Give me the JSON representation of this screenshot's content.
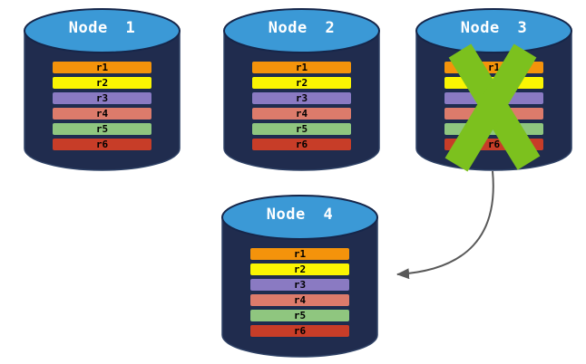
{
  "diagram": {
    "description": "Replicated database nodes; failed node re-replicates to new node",
    "colors": {
      "background": "#FFFFFF",
      "cylinder_body": "#202C4E",
      "cylinder_outline": "#2E4165",
      "cylinder_top": "#3B99D6",
      "node_label_text": "#FFFFFF",
      "replica_label_text": "#000000",
      "cross": "#7CC11E",
      "arrow": "#595959"
    },
    "arrow": {
      "from": "Node 3",
      "to": "Node 4"
    },
    "nodes": [
      {
        "label": "Node 1",
        "status": "active",
        "replicas": [
          {
            "label": "r1",
            "color": "#F4930B"
          },
          {
            "label": "r2",
            "color": "#FAF502"
          },
          {
            "label": "r3",
            "color": "#8A7AC2"
          },
          {
            "label": "r4",
            "color": "#DC7B6B"
          },
          {
            "label": "r5",
            "color": "#8FC67F"
          },
          {
            "label": "r6",
            "color": "#C73D28"
          }
        ]
      },
      {
        "label": "Node 2",
        "status": "active",
        "replicas": [
          {
            "label": "r1",
            "color": "#F4930B"
          },
          {
            "label": "r2",
            "color": "#FAF502"
          },
          {
            "label": "r3",
            "color": "#8A7AC2"
          },
          {
            "label": "r4",
            "color": "#DC7B6B"
          },
          {
            "label": "r5",
            "color": "#8FC67F"
          },
          {
            "label": "r6",
            "color": "#C73D28"
          }
        ]
      },
      {
        "label": "Node 3",
        "status": "failed",
        "replicas": [
          {
            "label": "r1",
            "color": "#F4930B"
          },
          {
            "label": "r2",
            "color": "#FAF502"
          },
          {
            "label": "r3",
            "color": "#8A7AC2"
          },
          {
            "label": "r4",
            "color": "#DC7B6B"
          },
          {
            "label": "r5",
            "color": "#8FC67F"
          },
          {
            "label": "r6",
            "color": "#C73D28"
          }
        ]
      },
      {
        "label": "Node 4",
        "status": "active",
        "replicas": [
          {
            "label": "r1",
            "color": "#F4930B"
          },
          {
            "label": "r2",
            "color": "#FAF502"
          },
          {
            "label": "r3",
            "color": "#8A7AC2"
          },
          {
            "label": "r4",
            "color": "#DC7B6B"
          },
          {
            "label": "r5",
            "color": "#8FC67F"
          },
          {
            "label": "r6",
            "color": "#C73D28"
          }
        ]
      }
    ]
  }
}
